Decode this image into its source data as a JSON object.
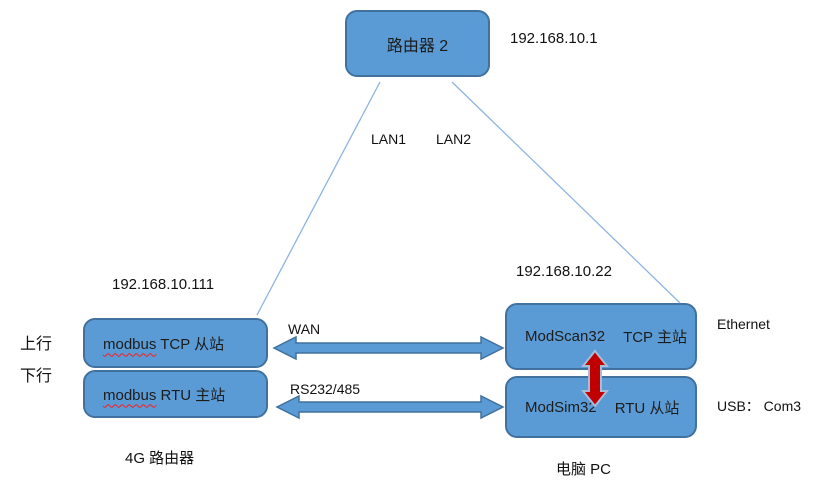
{
  "colors": {
    "box_fill": "#5B9BD5",
    "box_border": "#41719C",
    "connector_line": "#8DB4E2",
    "arrow_fill": "#5B9BD5",
    "arrow_border": "#41719C",
    "red_arrow_fill": "#C00000",
    "red_arrow_border": "#A9BBD6",
    "text": "#111111",
    "spellcheck_underline": "#FF1A1A"
  },
  "router": {
    "label": "路由器 2",
    "ip": "192.168.10.1"
  },
  "lan_labels": {
    "lan1": "LAN1",
    "lan2": "LAN2"
  },
  "left_device": {
    "ip": "192.168.10.111",
    "direction_labels": {
      "up": "上行",
      "down": "下行"
    },
    "boxes": [
      {
        "word": "modbus",
        "rest": " TCP 从站"
      },
      {
        "word": "modbus",
        "rest": " RTU 主站"
      }
    ],
    "caption": "4G 路由器"
  },
  "right_device": {
    "ip": "192.168.10.22",
    "boxes": [
      {
        "app": "ModScan32",
        "role": "TCP 主站"
      },
      {
        "app": "ModSim32",
        "role": "RTU 从站"
      }
    ],
    "port_labels": {
      "top": "Ethernet",
      "bottom": "USB： Com3"
    },
    "caption": "电脑 PC"
  },
  "connections": {
    "wan": "WAN",
    "serial": "RS232/485"
  }
}
